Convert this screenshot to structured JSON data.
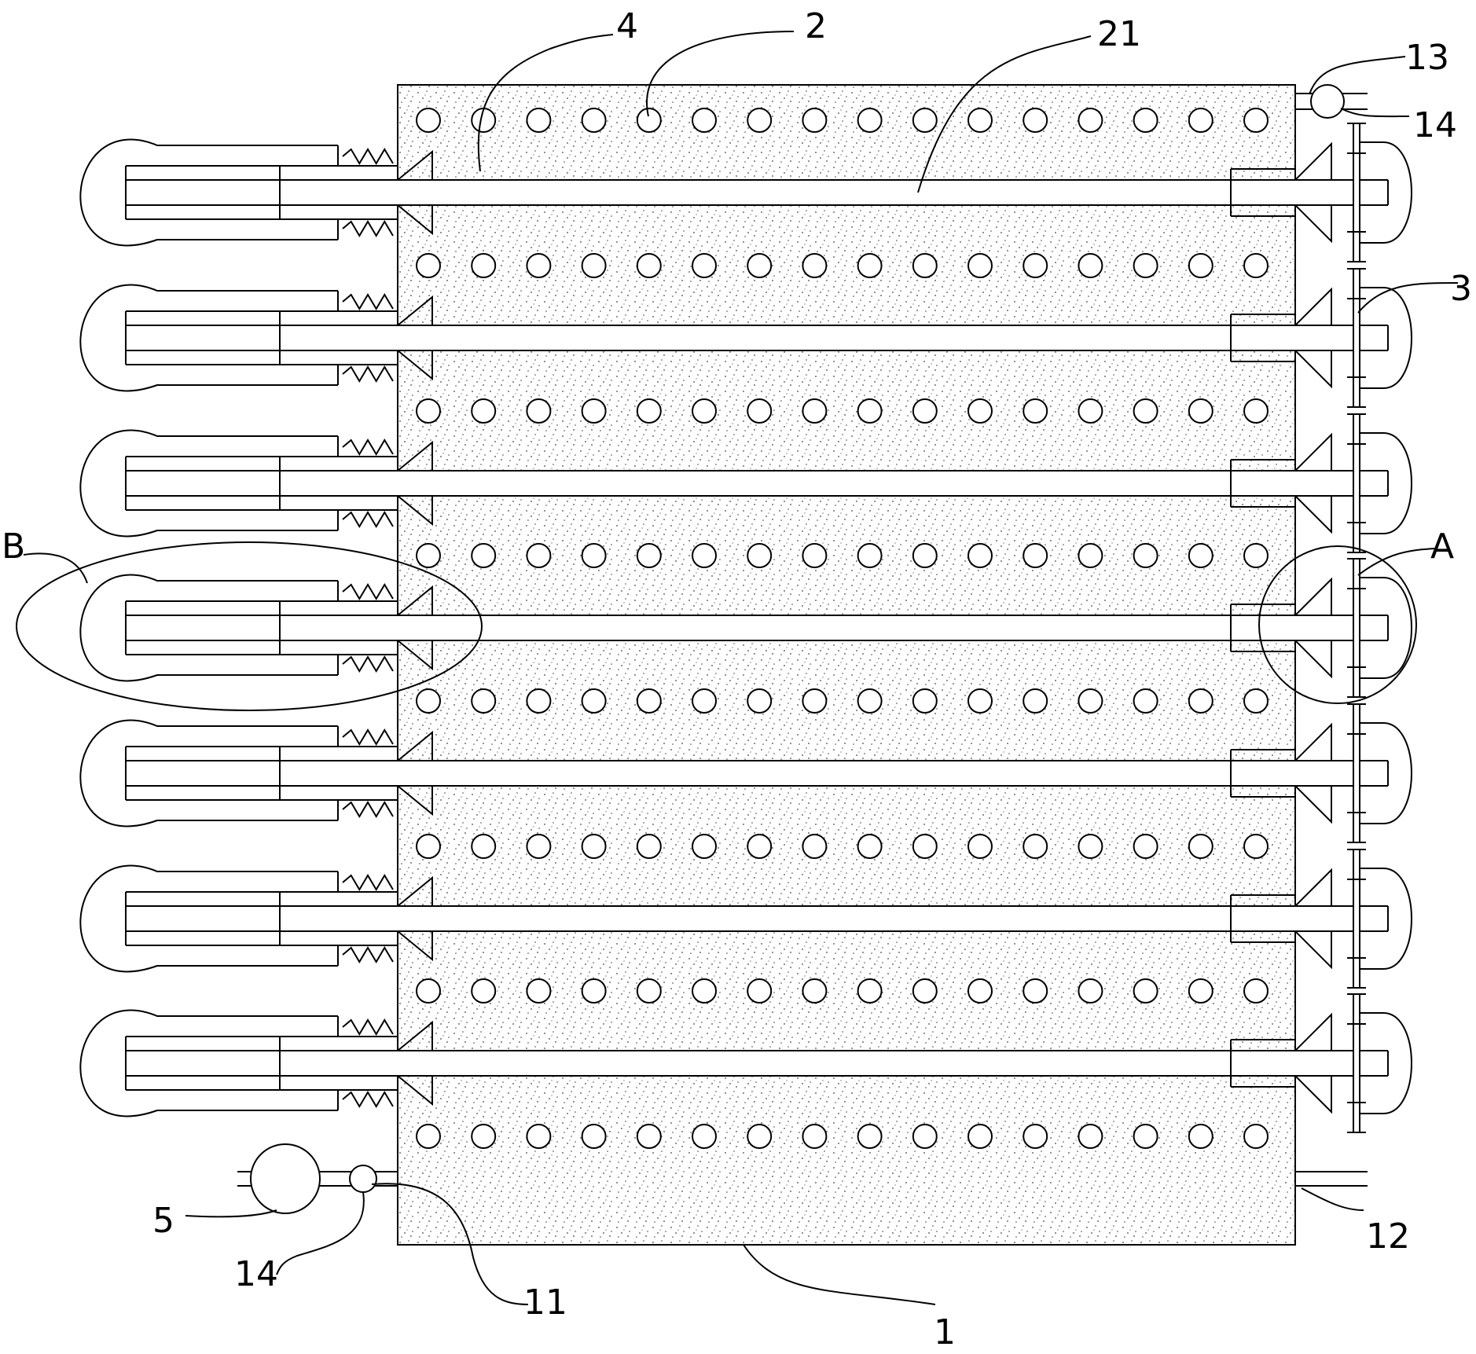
{
  "drawing": {
    "colors": {
      "line": "#000000",
      "background": "#ffffff",
      "stipple": "#333333"
    },
    "labels": {
      "l1": "1",
      "l2": "2",
      "l3": "3",
      "l4": "4",
      "l5": "5",
      "l11": "11",
      "l12": "12",
      "l13": "13",
      "l14_top": "14",
      "l14_bottom": "14",
      "l21": "21",
      "lA": "A",
      "lB": "B"
    },
    "counts": {
      "hole_rows": 8,
      "holes_per_row": 16,
      "tube_assemblies": 7
    }
  }
}
